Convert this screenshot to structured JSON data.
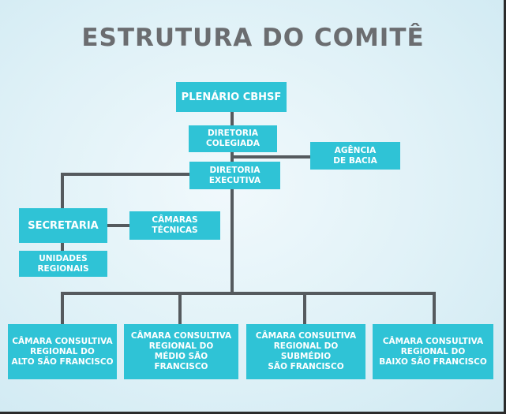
{
  "title": "ESTRUTURA DO COMITÊ",
  "nodes": {
    "plenario": "PLENÁRIO CBHSF",
    "diretoria_colegiada": "DIRETORIA\nCOLEGIADA",
    "agencia": "AGÊNCIA\nDE BACIA",
    "diretoria_executiva": "DIRETORIA\nEXECUTIVA",
    "secretaria": "SECRETARIA",
    "camaras_tecnicas": "CÂMARAS\nTÉCNICAS",
    "unidades_regionais": "UNIDADES\nREGIONAIS",
    "ccr_alto": "CÂMARA CONSULTIVA\nREGIONAL DO\nALTO SÃO FRANCISCO",
    "ccr_medio": "CÂMARA CONSULTIVA\nREGIONAL DO\nMÉDIO SÃO FRANCISCO",
    "ccr_submedio": "CÂMARA CONSULTIVA\nREGIONAL DO\nSUBMÉDIO\nSÃO FRANCISCO",
    "ccr_baixo": "CÂMARA CONSULTIVA\nREGIONAL DO\nBAIXO SÃO FRANCISCO"
  },
  "colors": {
    "box": "#2fc3d6",
    "line": "#555a5e",
    "title": "#6b6d70"
  }
}
